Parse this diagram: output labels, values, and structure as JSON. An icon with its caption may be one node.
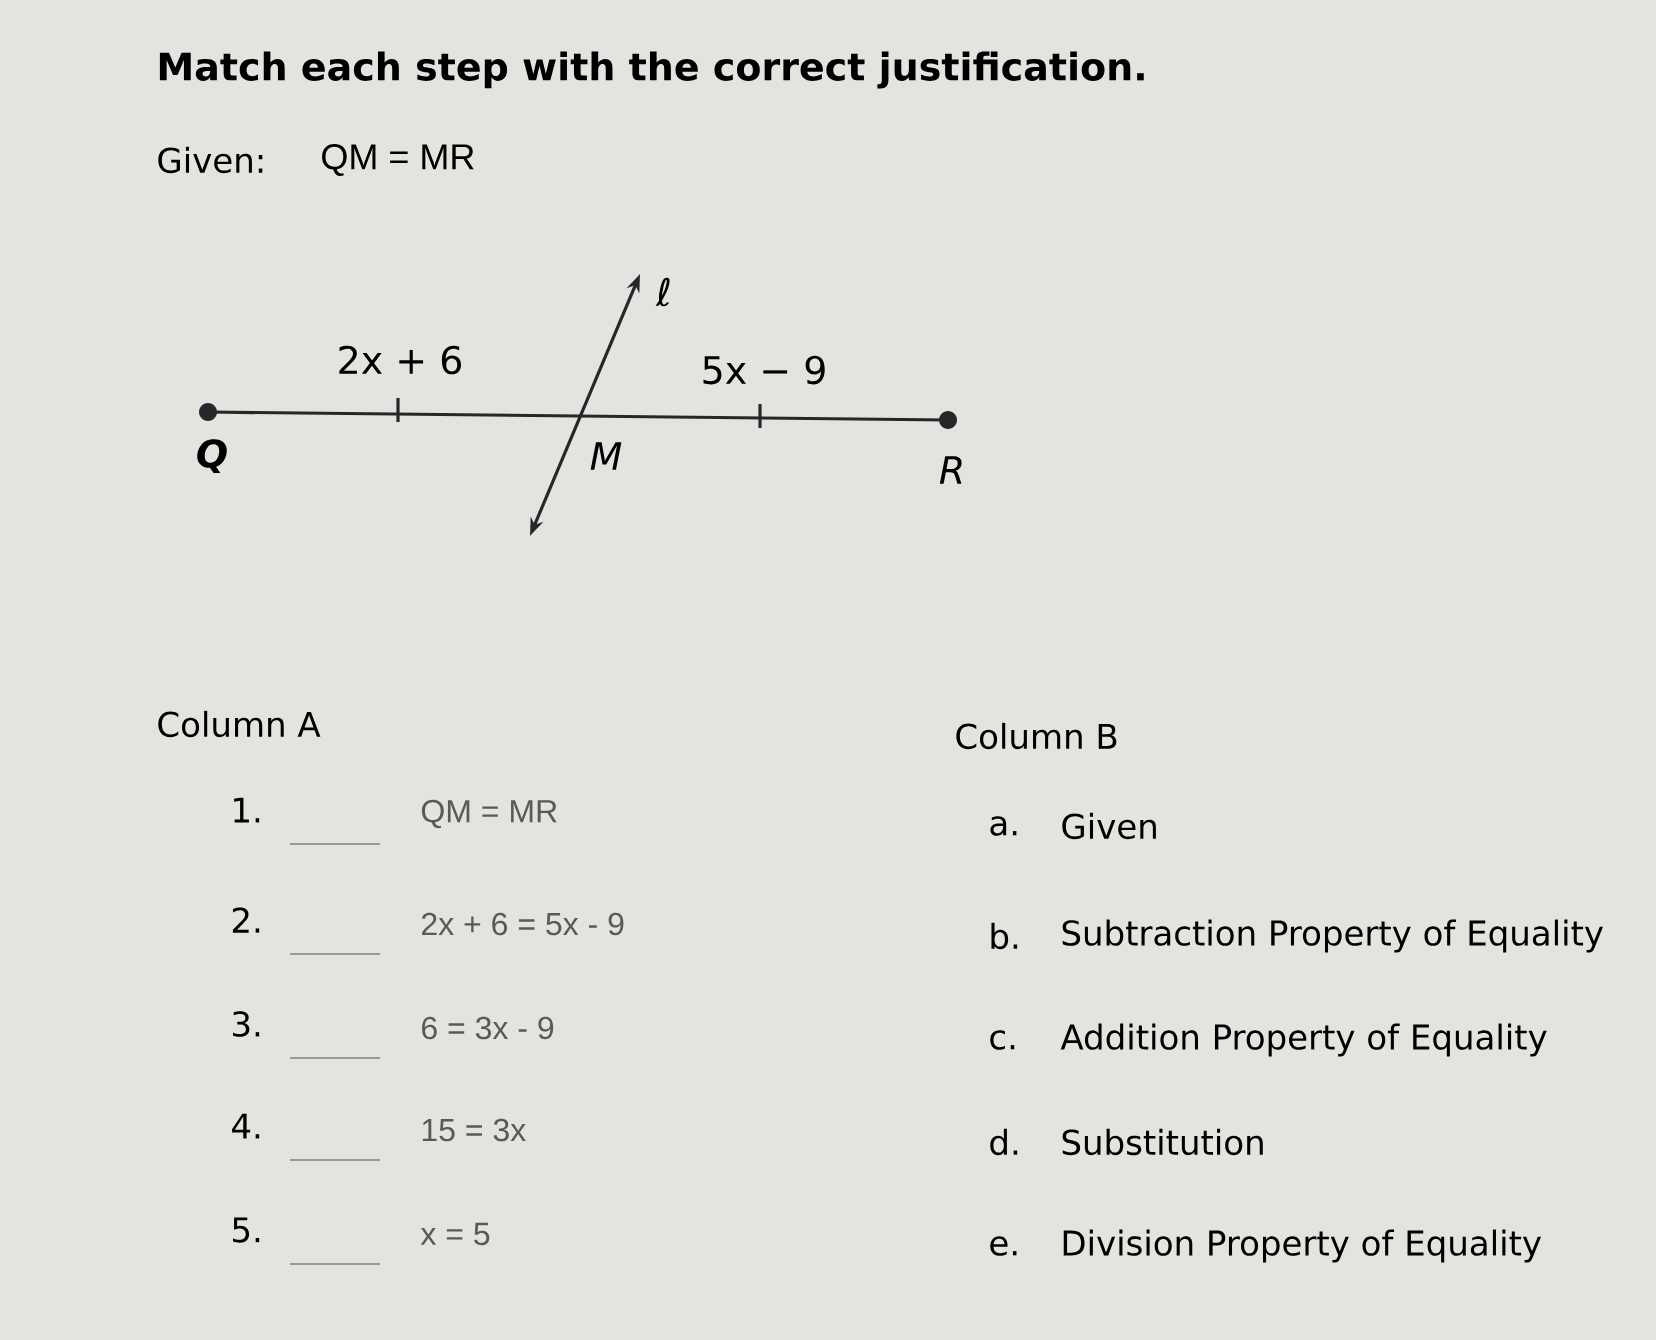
{
  "diagram": {
    "title": "Match each step with the correct justification.",
    "labels": [
      "Given:",
      "QM = MR",
      "ℓ",
      "2x + 6",
      "5x − 9",
      "Q",
      "M",
      "R",
      "Column A",
      "Column B",
      "1.",
      "QM = MR",
      "a.",
      "Given",
      "2.",
      "2x + 6 = 5x - 9",
      "b.",
      "Subtraction Property of Equality",
      "3.",
      "6 = 3x - 9",
      "c.",
      "Addition Property of Equality",
      "4.",
      "15 = 3x",
      "d.",
      "Substitution",
      "5.",
      "x = 5",
      "e.",
      "Division Property of Equality"
    ]
  }
}
